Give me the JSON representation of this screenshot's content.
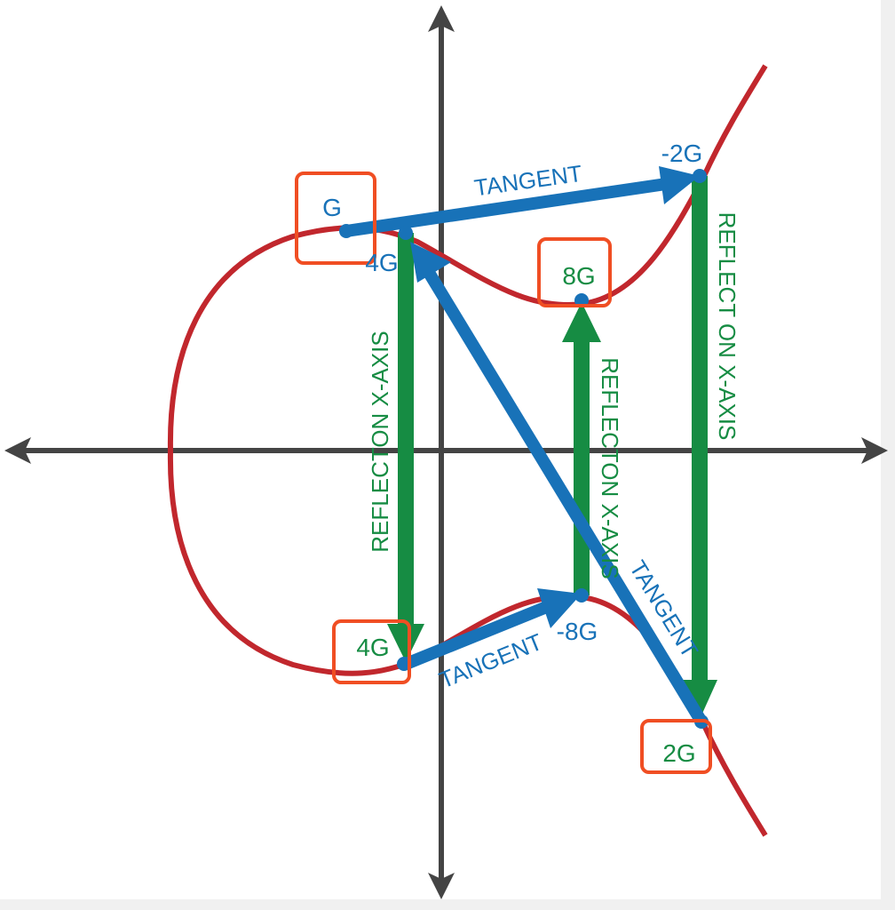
{
  "colors": {
    "curve": "#c1272d",
    "tangent": "#1872b8",
    "reflect": "#168c43",
    "highlight": "#f04e23",
    "axis": "#444444"
  },
  "points": {
    "g": "G",
    "four_g_upper": "4G",
    "neg_two_g": "-2G",
    "eight_g": "8G",
    "neg_eight_g": "-8G",
    "four_g_lower": "4G",
    "two_g": "2G"
  },
  "annotations": {
    "tangent_top": "TANGENT",
    "tangent_bottom": "TANGENT",
    "tangent_diagonal": "TANGENT",
    "reflect_right": "REFLECT ON X-AXIS",
    "reflect_left": "REFLECTON X-AXIS",
    "reflect_middle": "REFLECTON X-AXIS"
  }
}
